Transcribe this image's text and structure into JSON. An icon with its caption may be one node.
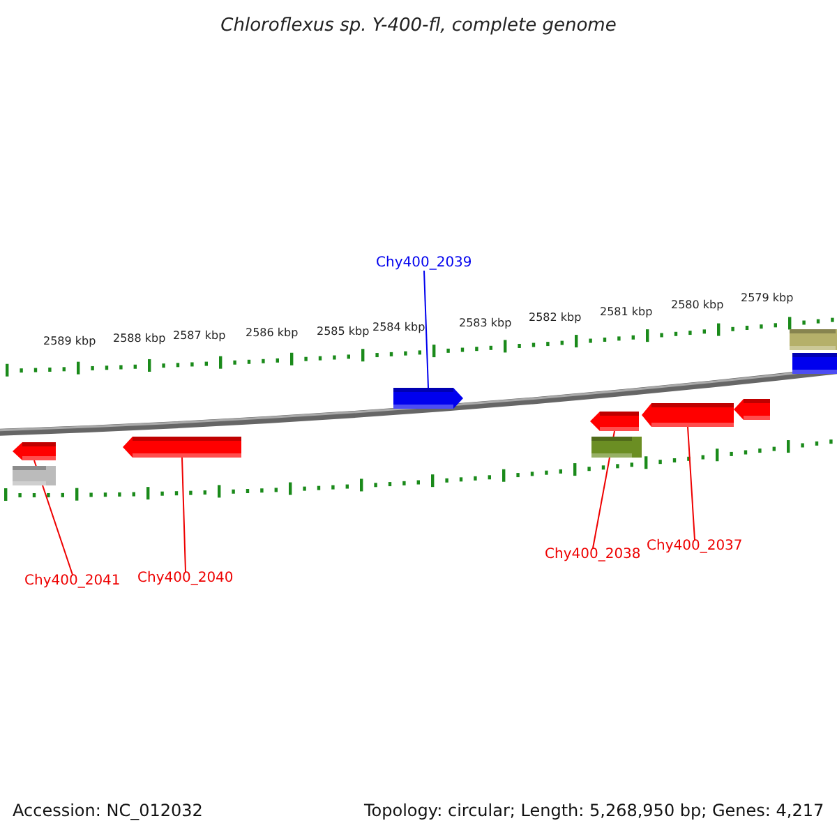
{
  "diagram": {
    "title": "Chloroflexus sp. Y-400-fl, complete genome",
    "nodes": [
      {
        "text": [
          "Chy400_2039"
        ]
      },
      {
        "text": [
          "Chy400_2041"
        ]
      },
      {
        "text": [
          "Chy400_2040"
        ]
      },
      {
        "text": [
          "Chy400_2038"
        ]
      },
      {
        "text": [
          "Chy400_2037"
        ]
      },
      {
        "text": [],
        "shape": "arrow"
      },
      {
        "text": [],
        "shape": "bar"
      },
      {
        "text": [],
        "shape": "arrow"
      },
      {
        "text": [],
        "shape": "arrow"
      },
      {
        "text": [],
        "shape": "arrow"
      },
      {
        "text": [],
        "shape": "bar"
      },
      {
        "text": [],
        "shape": "arrow"
      },
      {
        "text": [],
        "shape": "arrow"
      },
      {
        "text": [],
        "shape": "bar"
      },
      {
        "text": [],
        "shape": "bar"
      }
    ],
    "edges": [
      {
        "from": 0,
        "to": 8,
        "arrow": "none",
        "color": "#0000ee"
      },
      {
        "from": 1,
        "to": 5,
        "arrow": "none"
      },
      {
        "from": 2,
        "to": 7,
        "arrow": "none"
      },
      {
        "from": 3,
        "to": 9,
        "arrow": "none"
      },
      {
        "from": 4,
        "to": 11,
        "arrow": "none"
      }
    ],
    "labels": [
      "2589 kbp",
      "2588 kbp",
      "2587 kbp",
      "2586 kbp",
      "2585 kbp",
      "2584 kbp",
      "2583 kbp",
      "2582 kbp",
      "2581 kbp",
      "2580 kbp",
      "2579 kbp",
      "Accession: NC_012032",
      "Topology: circular; Length: 5,268,950 bp; Genes: 4,217"
    ]
  }
}
